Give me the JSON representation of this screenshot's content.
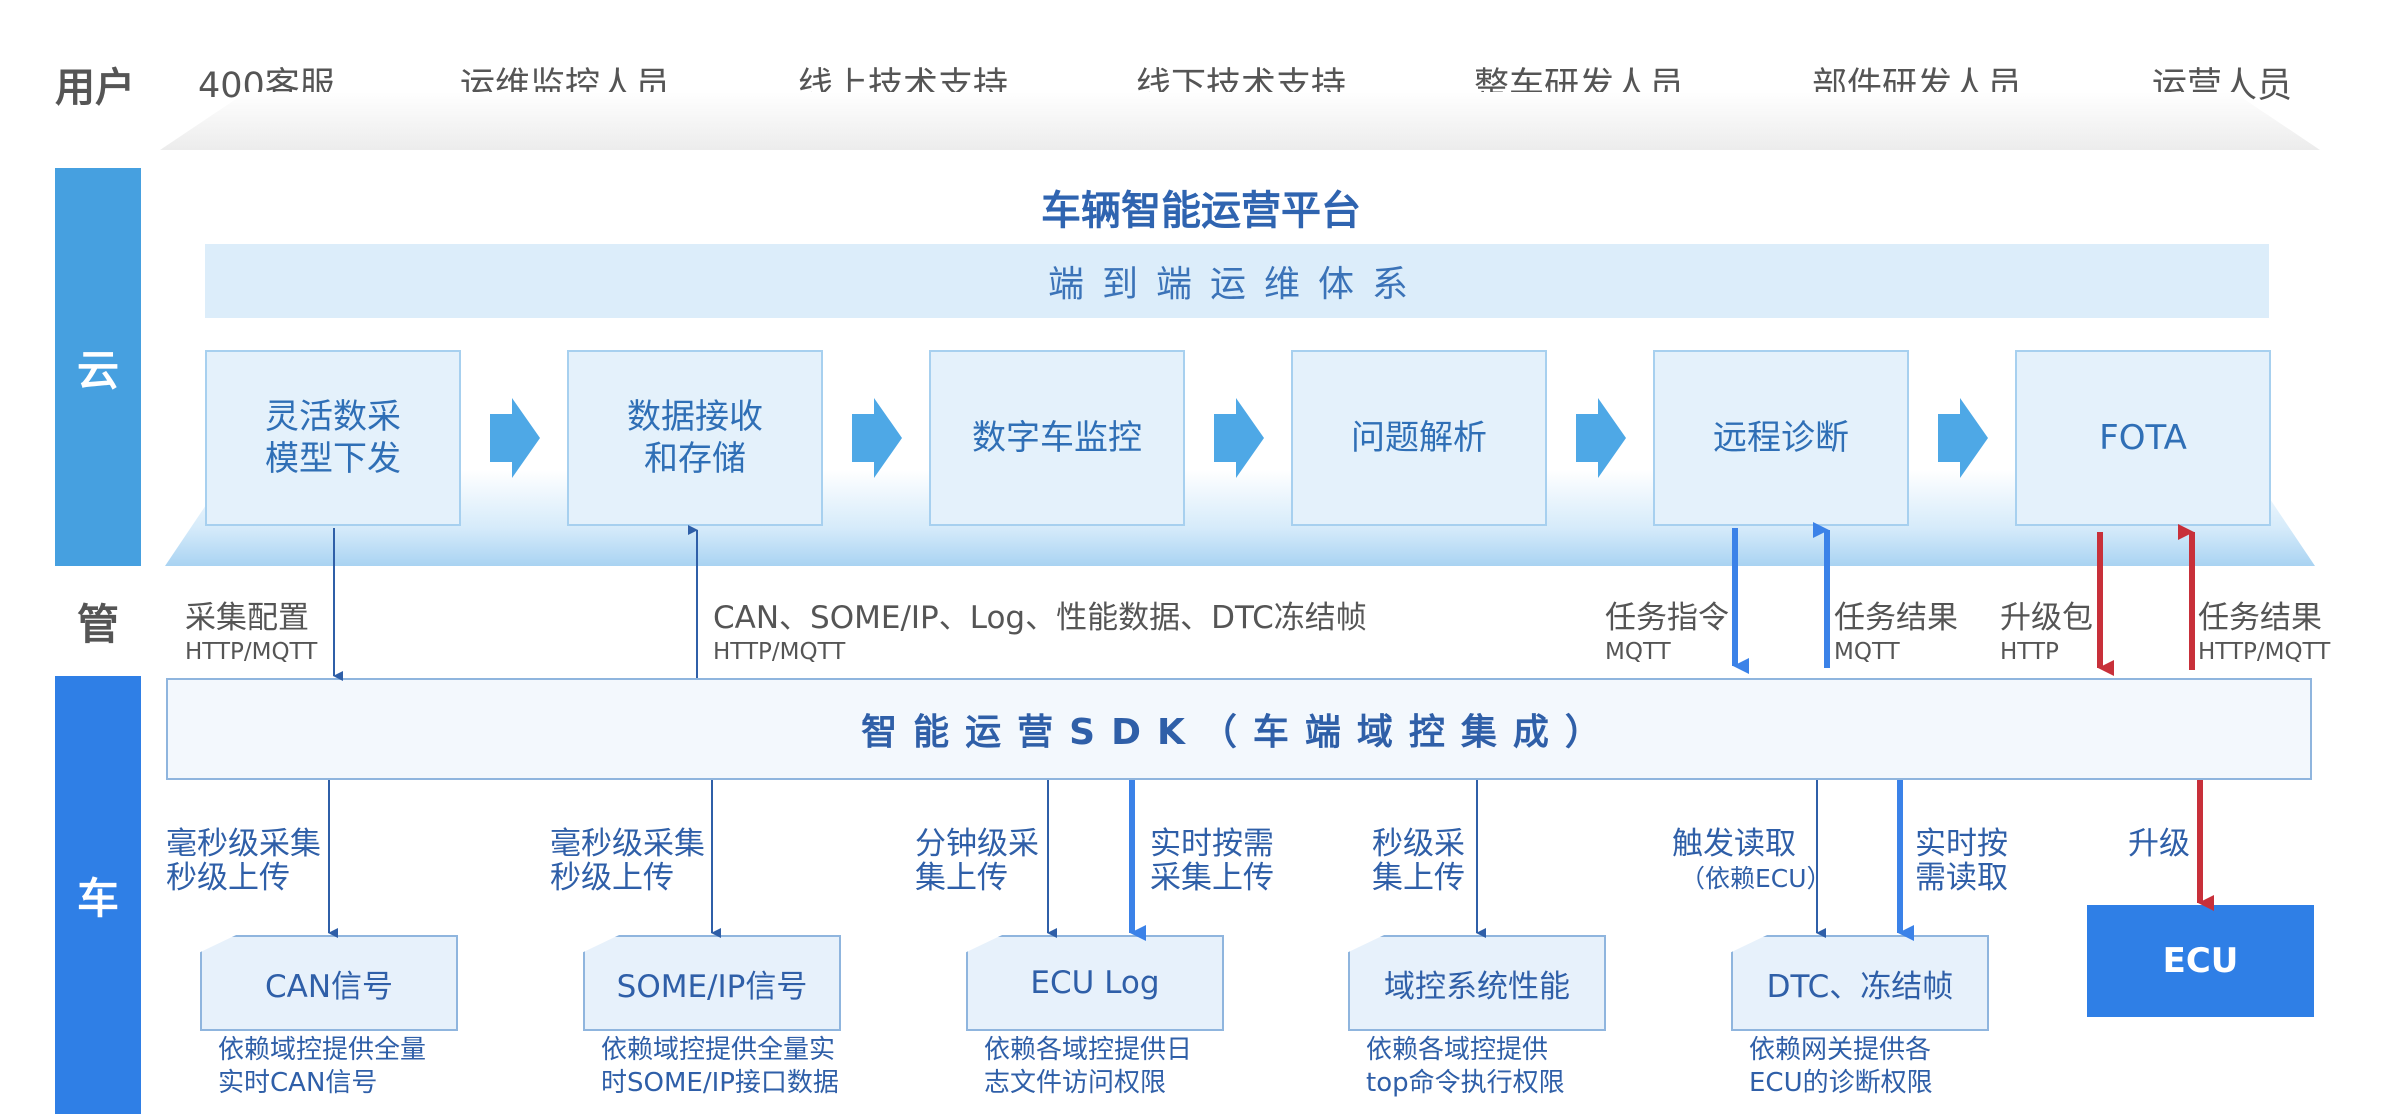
{
  "users": {
    "label": "用户",
    "roles": [
      "400客服",
      "运维监控人员",
      "线上技术支持",
      "线下技术支持",
      "整车研发人员",
      "部件研发人员",
      "运营人员"
    ]
  },
  "layers": {
    "cloud": "云",
    "pipe": "管",
    "car": "车"
  },
  "platform": {
    "title": "车辆智能运营平台",
    "subtitle": "端到端运维体系",
    "steps": [
      "灵活数采\n模型下发",
      "数据接收\n和存储",
      "数字车监控",
      "问题解析",
      "远程诊断",
      "FOTA"
    ]
  },
  "pipe_labels": {
    "collect_config": "采集配置",
    "collect_config_proto": "HTTP/MQTT",
    "data_up": "CAN、SOME/IP、Log、性能数据、DTC冻结帧",
    "data_up_proto": "HTTP/MQTT",
    "task_cmd": "任务指令",
    "task_cmd_proto": "MQTT",
    "task_result": "任务结果",
    "task_result_proto": "MQTT",
    "upgrade_pkg": "升级包",
    "upgrade_pkg_proto": "HTTP",
    "fota_result": "任务结果",
    "fota_result_proto": "HTTP/MQTT"
  },
  "sdk": {
    "label": "智能运营SDK（车端域控集成）"
  },
  "car_labels": {
    "can_mode": "毫秒级采集\n秒级上传",
    "someip_mode": "毫秒级采集\n秒级上传",
    "log_mode": "分钟级采\n集上传",
    "log_ondemand": "实时按需\n采集上传",
    "perf_mode": "秒级采\n集上传",
    "dtc_trigger": "触发读取",
    "dtc_trigger_note": "（依赖ECU）",
    "dtc_ondemand": "实时按\n需读取",
    "upgrade": "升级"
  },
  "sources": [
    {
      "name": "CAN信号",
      "note": "依赖域控提供全量\n实时CAN信号"
    },
    {
      "name": "SOME/IP信号",
      "note": "依赖域控提供全量实\n时SOME/IP接口数据"
    },
    {
      "name": "ECU Log",
      "note": "依赖各域控提供日\n志文件访问权限"
    },
    {
      "name": "域控系统性能",
      "note": "依赖各域控提供\ntop命令执行权限"
    },
    {
      "name": "DTC、冻结帧",
      "note": "依赖网关提供各\nECU的诊断权限"
    }
  ],
  "ecu": {
    "label": "ECU"
  },
  "colors": {
    "cloud": "#46a0e0",
    "car": "#2f7fe6",
    "dark_arrow": "#2f5fa8",
    "blue_arrow": "#3b82e8",
    "red_arrow": "#c8303a"
  }
}
